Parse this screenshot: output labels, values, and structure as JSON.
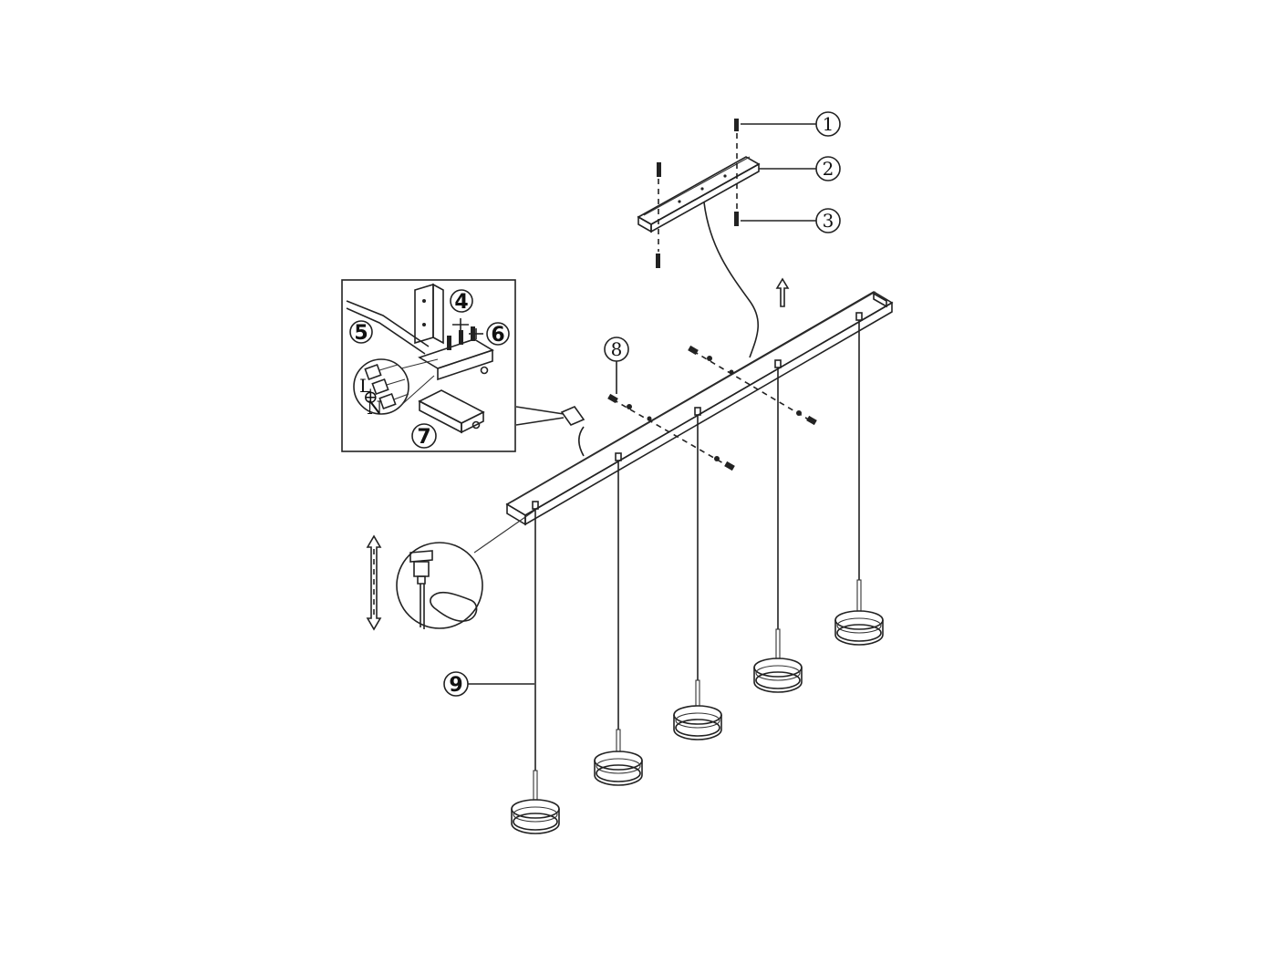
{
  "callouts": [
    {
      "id": "1",
      "text": "1"
    },
    {
      "id": "2",
      "text": "2"
    },
    {
      "id": "3",
      "text": "3"
    },
    {
      "id": "4",
      "text": "4"
    },
    {
      "id": "5",
      "text": "5"
    },
    {
      "id": "6",
      "text": "6"
    },
    {
      "id": "7",
      "text": "7"
    },
    {
      "id": "8",
      "text": "8"
    },
    {
      "id": "9",
      "text": "9"
    }
  ],
  "inset_wiring": {
    "terminal_letters": [
      "L",
      "⊕",
      "N"
    ]
  },
  "pendant_count": 5,
  "colors": {
    "line": "#222222",
    "background": "#ffffff"
  }
}
